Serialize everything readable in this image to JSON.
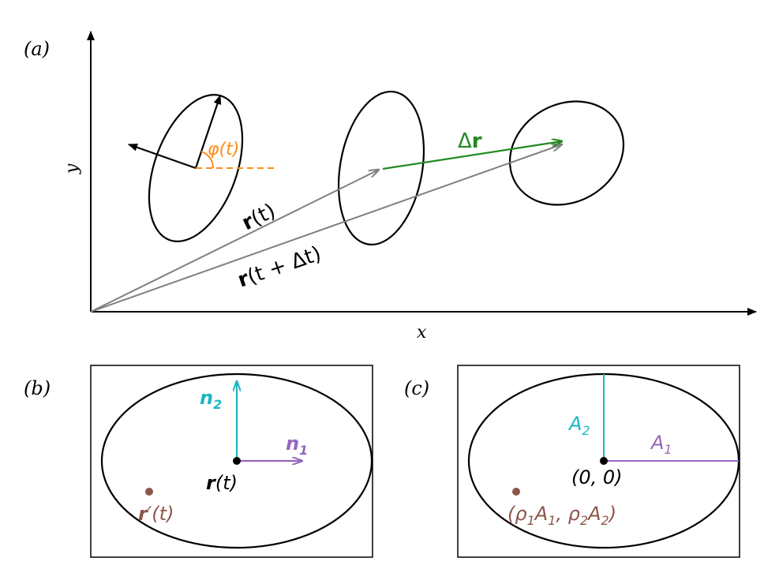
{
  "colors": {
    "black": "#000000",
    "gray": "#808080",
    "green": "#228b22",
    "orange": "#ff8c1a",
    "cyan": "#1cb5c4",
    "purple": "#9467bd",
    "brown": "#8c564b"
  },
  "panel_a": {
    "label": "(a)",
    "x_axis_label": "x",
    "y_axis_label": "y",
    "angle_label": "φ(t)",
    "delta_r": {
      "prefix": "Δ",
      "bold": "r"
    },
    "r_t": {
      "bold": "r",
      "rest": "(t)"
    },
    "r_t_dt": {
      "bold": "r",
      "rest": "(t + Δt)"
    }
  },
  "panel_b": {
    "label": "(b)",
    "n1": {
      "base": "n",
      "sub": "1"
    },
    "n2": {
      "base": "n",
      "sub": "2"
    },
    "center": {
      "bold": "r",
      "rest": "(t)"
    },
    "point": {
      "bold": "r",
      "rest": "′(t)"
    }
  },
  "panel_c": {
    "label": "(c)",
    "a1": {
      "base": "A",
      "sub": "1"
    },
    "a2": {
      "base": "A",
      "sub": "2"
    },
    "origin": "(0, 0)",
    "point": {
      "open": "(",
      "rho1": "ρ",
      "rho1_sub": "1",
      "a1": "A",
      "a1_sub": "1",
      "sep": ", ",
      "rho2": "ρ",
      "rho2_sub": "2",
      "a2": "A",
      "a2_sub": "2",
      "close": ")"
    }
  }
}
